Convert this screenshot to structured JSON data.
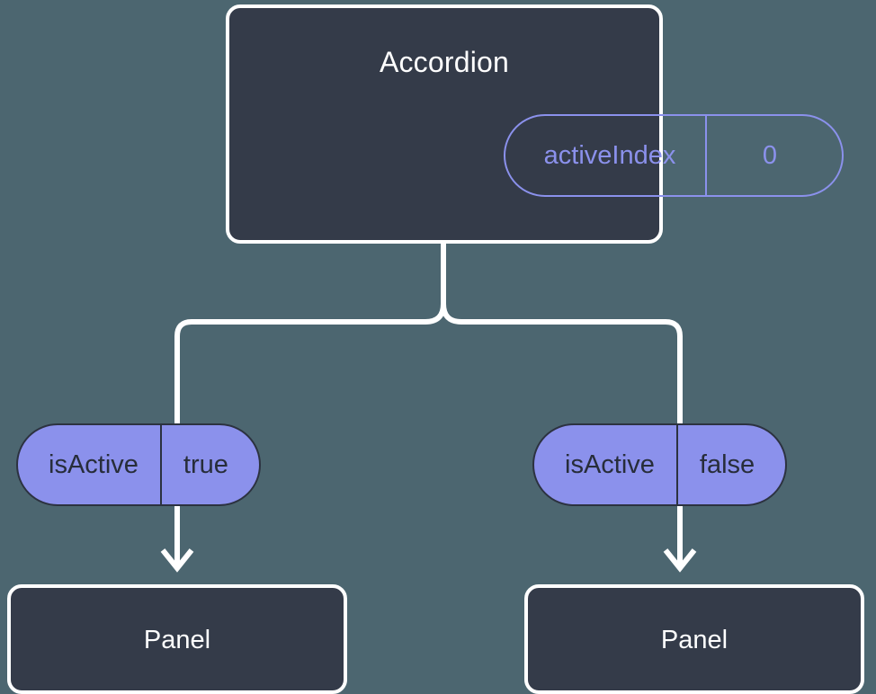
{
  "diagram": {
    "type": "component-tree",
    "background_color": "#4c6670",
    "card_color": "#343b49",
    "accent_color": "#8b91ec",
    "root": {
      "title": "Accordion",
      "prop": {
        "key": "activeIndex",
        "value": "0"
      }
    },
    "branches": [
      {
        "side": "left",
        "prop": {
          "key": "isActive",
          "value": "true"
        },
        "child": {
          "title": "Panel"
        }
      },
      {
        "side": "right",
        "prop": {
          "key": "isActive",
          "value": "false"
        },
        "child": {
          "title": "Panel"
        }
      }
    ]
  }
}
